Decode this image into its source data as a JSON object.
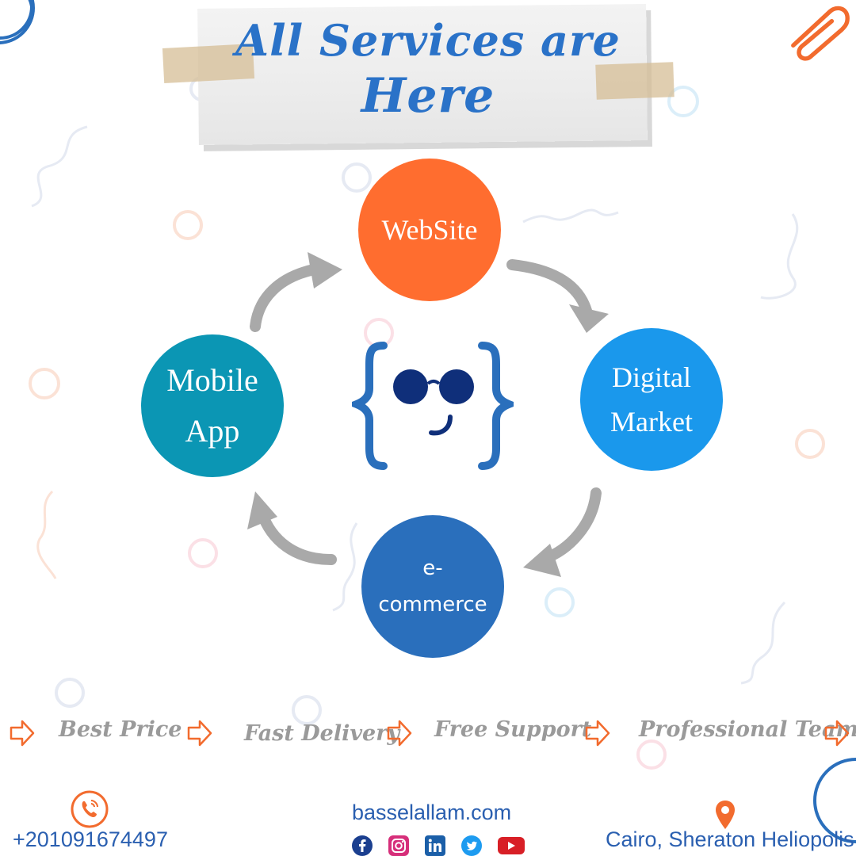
{
  "header": {
    "title_line1": "All Services are",
    "title_line2": "Here"
  },
  "services": {
    "website": "WebSite",
    "digital_line1": "Digital",
    "digital_line2": "Market",
    "mobile_line1": "Mobile",
    "mobile_line2": "App",
    "ecommerce_line1": "e-",
    "ecommerce_line2": "commerce"
  },
  "features": [
    "Best Price",
    "Fast Delivery",
    "Free Support",
    "Professional Team"
  ],
  "footer": {
    "phone": "+201091674497",
    "website": "basselallam.com",
    "location": "Cairo, Sheraton Heliopolis",
    "phone_icon": "phone-icon",
    "location_icon": "map-pin-icon",
    "socials": [
      "facebook-icon",
      "instagram-icon",
      "linkedin-icon",
      "twitter-icon",
      "youtube-icon"
    ]
  },
  "colors": {
    "title": "#2a72c8",
    "website": "#ff6d2f",
    "digital": "#1a98ec",
    "mobile": "#0b96b4",
    "ecommerce": "#2a6fbc",
    "arrow": "#a9a9a9",
    "accent_orange": "#f26b2e",
    "footer_text": "#2a5fb0"
  }
}
